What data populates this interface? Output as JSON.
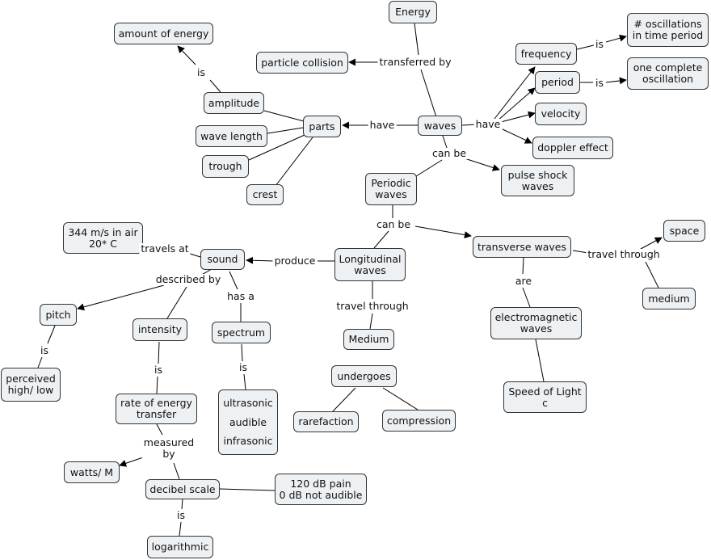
{
  "concepts": {
    "energy": "Energy",
    "amount_of_energy": "amount of energy",
    "particle_collision": "particle collision",
    "frequency": "frequency",
    "oscillations_time": [
      "# oscillations",
      "in time period"
    ],
    "period": "period",
    "one_complete_oscillation": [
      "one complete",
      "oscillation"
    ],
    "velocity": "velocity",
    "doppler_effect": "doppler effect",
    "amplitude": "amplitude",
    "parts": "parts",
    "waves": "waves",
    "wave_length": "wave length",
    "trough": "trough",
    "crest": "crest",
    "periodic_waves": [
      "Periodic",
      "waves"
    ],
    "pulse_shock_waves": [
      "pulse shock",
      "waves"
    ],
    "speed_in_air": [
      "344 m/s in air",
      "20* C"
    ],
    "sound": "sound",
    "longitudinal_waves": [
      "Longitudinal",
      "waves"
    ],
    "transverse_waves": "transverse waves",
    "space": "space",
    "medium_lower": "medium",
    "pitch": "pitch",
    "intensity": "intensity",
    "spectrum": "spectrum",
    "medium_upper": "Medium",
    "electromagnetic_waves": [
      "electromagnetic",
      "waves"
    ],
    "perceived_high_low": [
      "perceived",
      "high/ low"
    ],
    "undergoes": "undergoes",
    "rate_of_energy_transfer": [
      "rate of energy",
      "transfer"
    ],
    "spectrum_types": [
      "ultrasonic",
      "audible",
      "infrasonic"
    ],
    "rarefaction": "rarefaction",
    "compression": "compression",
    "speed_of_light": [
      "Speed of Light",
      "c"
    ],
    "watts_m": "watts/ M",
    "decibel_scale": "decibel scale",
    "db_range": [
      "120 dB  pain",
      "0 dB not audible"
    ],
    "logarithmic": "logarithmic"
  },
  "link_labels": {
    "is": "is",
    "transferred_by": "transferred by",
    "have": "have",
    "can_be": "can be",
    "travels_at": "travels at",
    "produce": "produce",
    "described_by": "described by",
    "has_a": "has a",
    "travel_through": "travel through",
    "are": "are",
    "measured_by": [
      "measured",
      "by"
    ]
  },
  "style": {
    "node_fill": "#eef1f3",
    "node_border": "#333333",
    "line_color": "#000000",
    "background": "#ffffff"
  }
}
